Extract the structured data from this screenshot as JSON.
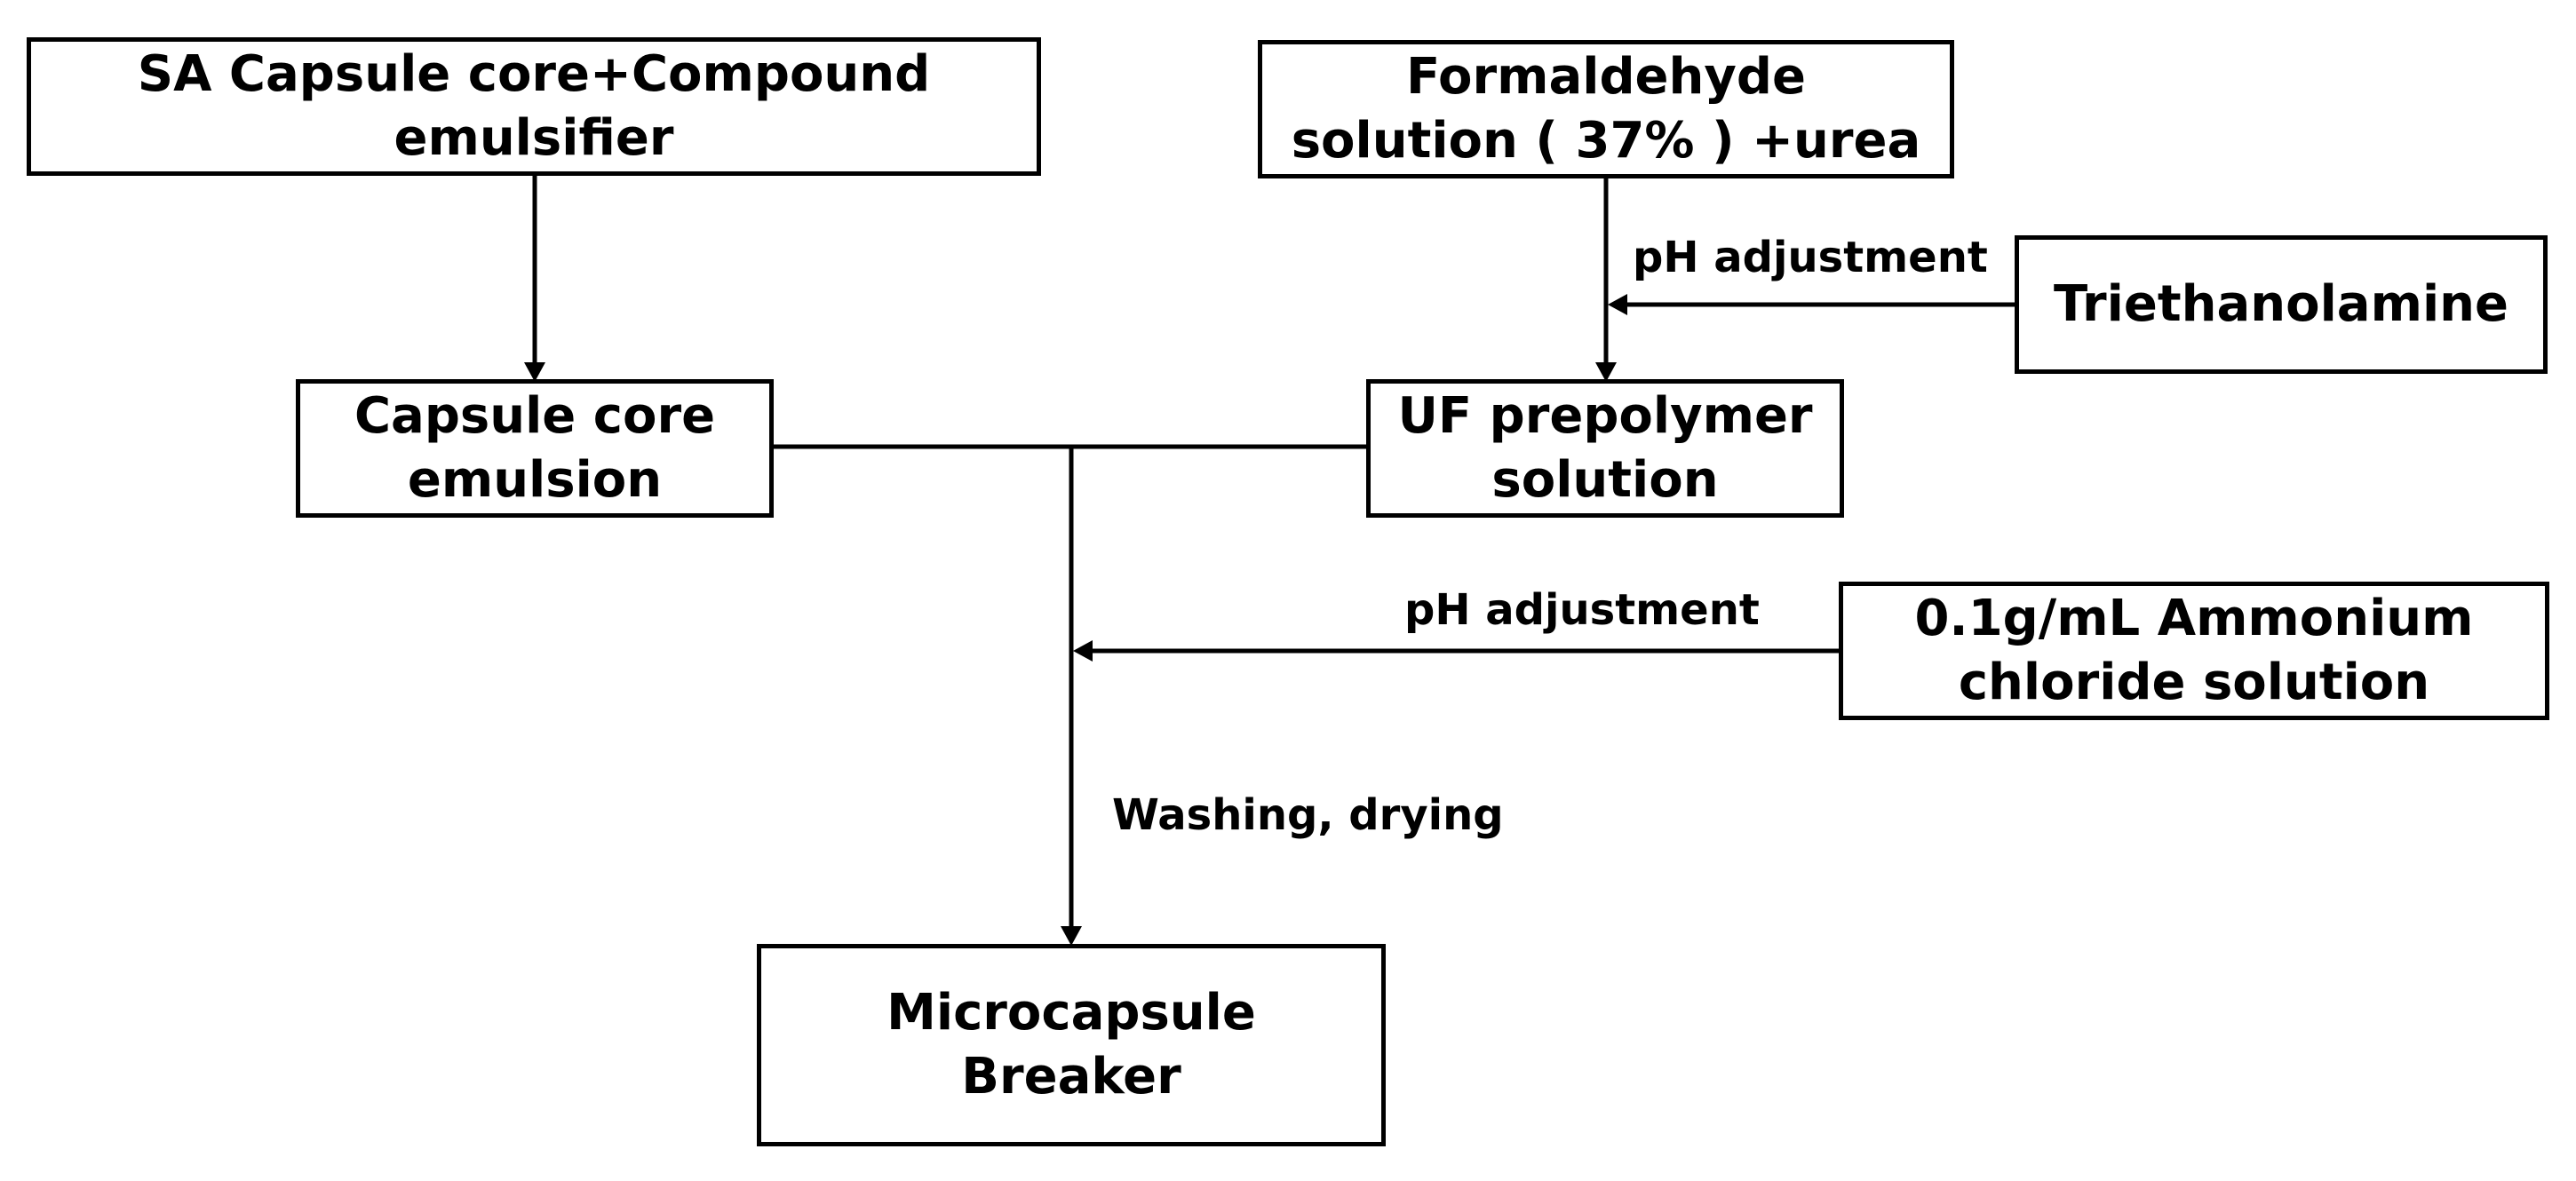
{
  "nodes": {
    "sa_core": {
      "lines": [
        "SA Capsule core+Compound",
        "emulsifier"
      ]
    },
    "formaldehyde": {
      "lines": [
        "Formaldehyde",
        "solution ( 37% ) +urea"
      ]
    },
    "triethanolamine": {
      "lines": [
        "Triethanolamine"
      ]
    },
    "core_emulsion": {
      "lines": [
        "Capsule core",
        "emulsion"
      ]
    },
    "uf_prepolymer": {
      "lines": [
        "UF prepolymer",
        "solution"
      ]
    },
    "ammonium": {
      "lines": [
        "0.1g/mL Ammonium",
        "chloride solution"
      ]
    },
    "microcapsule": {
      "lines": [
        "Microcapsule",
        "Breaker"
      ]
    }
  },
  "edge_labels": {
    "ph_adjustment_upper": "pH adjustment",
    "ph_adjustment_lower": "pH adjustment",
    "washing_drying": "Washing, drying"
  },
  "edges": [
    {
      "from": "sa_core",
      "to": "core_emulsion"
    },
    {
      "from": "formaldehyde",
      "to": "uf_prepolymer"
    },
    {
      "from": "triethanolamine",
      "to": "formaldehyde-uf-line",
      "label": "ph_adjustment_upper"
    },
    {
      "from": "core_emulsion",
      "to": "junction"
    },
    {
      "from": "uf_prepolymer",
      "to": "junction"
    },
    {
      "from": "ammonium",
      "to": "junction-line",
      "label": "ph_adjustment_lower"
    },
    {
      "from": "junction",
      "to": "microcapsule",
      "label": "washing_drying"
    }
  ],
  "colors": {
    "stroke": "#000000",
    "background": "#ffffff"
  }
}
